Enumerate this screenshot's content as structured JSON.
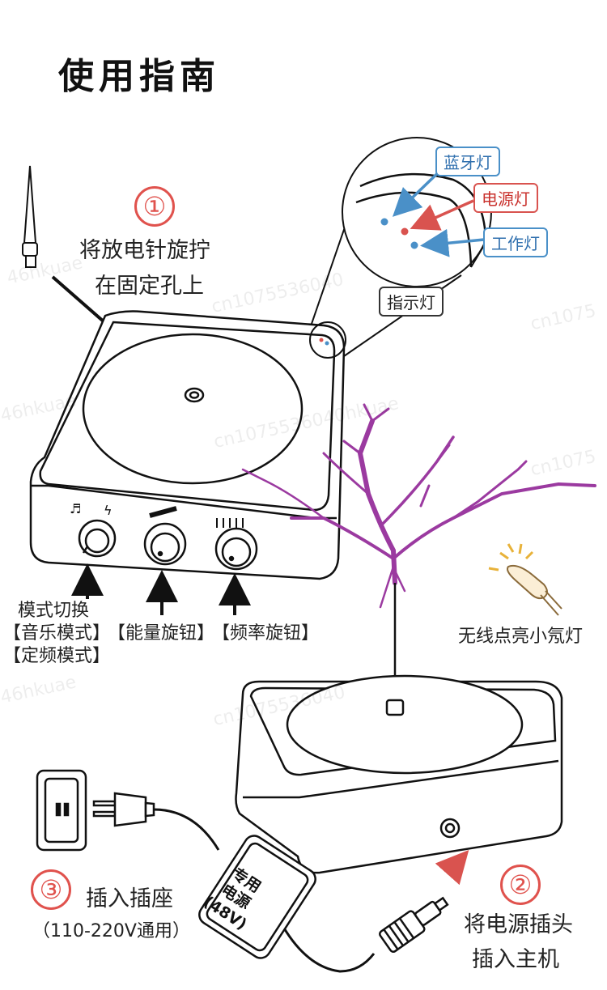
{
  "title": "使用指南",
  "step1": {
    "num": "①",
    "line1": "将放电针旋拧",
    "line2": "在固定孔上"
  },
  "indicators": {
    "bluetooth": "蓝牙灯",
    "power": "电源灯",
    "work": "工作灯",
    "label": "指示灯"
  },
  "controls": {
    "mode_title": "模式切换",
    "mode_a": "【音乐模式】",
    "mode_b": "【定频模式】",
    "energy": "【能量旋钮】",
    "freq": "【频率旋钮】"
  },
  "neon": "无线点亮小氖灯",
  "step2": {
    "num": "②",
    "line1": "将电源插头",
    "line2": "插入主机"
  },
  "step3": {
    "num": "③",
    "line1": "插入插座",
    "line2": "（110-220V通用）"
  },
  "adapter": {
    "line1": "专用",
    "line2": "电源",
    "line3": "(48V)"
  },
  "watermarks": [
    "cn1075536040",
    "46hkuae",
    "cn1075536040hkuae",
    "cn1075"
  ],
  "colors": {
    "accent_red": "#e0524d",
    "led_blue": "#4a90c8",
    "arc_purple": "#9b3aa0"
  }
}
